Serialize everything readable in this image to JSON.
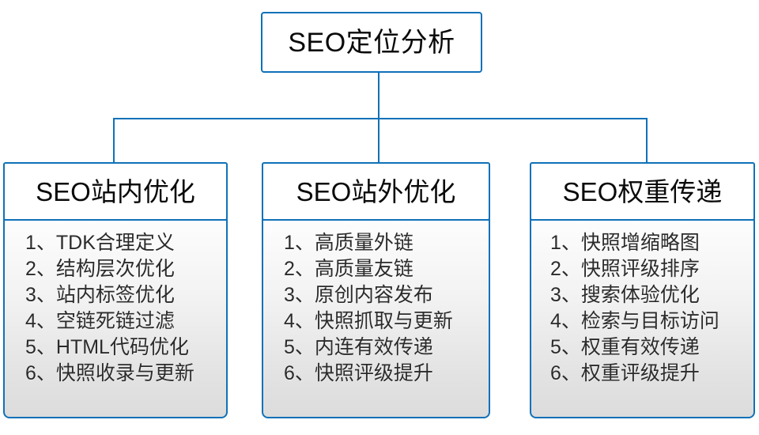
{
  "colors": {
    "border_blue": "#1071B8",
    "connector_blue": "#1071B8",
    "header_bg": "#ffffff",
    "body_gradient_top": "#fdfdfd",
    "body_gradient_bottom": "#dcdcdc",
    "text": "#2b2b2b",
    "page_bg": "#ffffff"
  },
  "root": {
    "title": "SEO定位分析"
  },
  "columns": [
    {
      "title": "SEO站内优化",
      "items": [
        "1、TDK合理定义",
        "2、结构层次优化",
        "3、站内标签优化",
        "4、空链死链过滤",
        "5、HTML代码优化",
        "6、快照收录与更新"
      ]
    },
    {
      "title": "SEO站外优化",
      "items": [
        "1、高质量外链",
        "2、高质量友链",
        "3、原创内容发布",
        "4、快照抓取与更新",
        "5、内连有效传递",
        "6、快照评级提升"
      ]
    },
    {
      "title": "SEO权重传递",
      "items": [
        "1、快照增缩略图",
        "2、快照评级排序",
        "3、搜索体验优化",
        "4、检索与目标访问",
        "5、权重有效传递",
        "6、权重评级提升"
      ]
    }
  ]
}
